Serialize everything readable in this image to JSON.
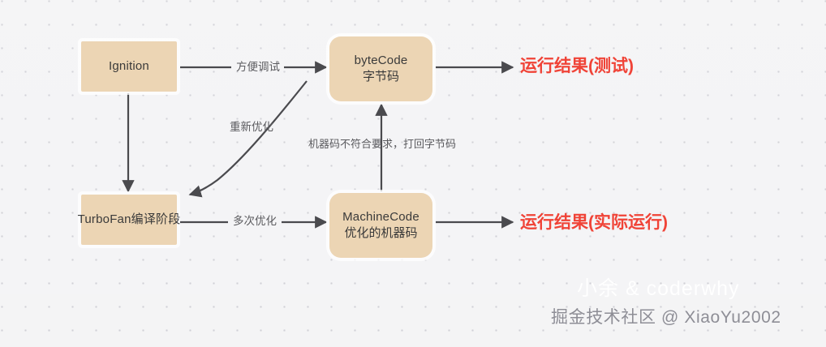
{
  "diagram": {
    "background_color": "#f2f2f4",
    "dot_color": "#c9c9d0",
    "node_fill": "#ecd5b4",
    "node_text_color": "#3a3a3a",
    "edge_color": "#4a4a4e",
    "edge_label_color": "#5a5a5e",
    "result_color": "#f04337",
    "nodes": [
      {
        "id": "ignition",
        "line1": "Ignition",
        "line2": "",
        "shape": "square"
      },
      {
        "id": "bytecode",
        "line1": "byteCode",
        "line2": "字节码",
        "shape": "rounded"
      },
      {
        "id": "turbofan",
        "line1": "TurboFan编译阶段",
        "line2": "",
        "shape": "square"
      },
      {
        "id": "machinecode",
        "line1": "MachineCode",
        "line2": "优化的机器码",
        "shape": "rounded"
      }
    ],
    "edge_labels": {
      "debug": "方便调试",
      "multi_opt": "多次优化",
      "reopt": "重新优化",
      "fallback": "机器码不符合要求，打回字节码"
    },
    "results": {
      "test": "运行结果(测试)",
      "actual": "运行结果(实际运行)"
    }
  },
  "watermarks": {
    "faint": "小余 & coderwhy",
    "main": "掘金技术社区 @ XiaoYu2002"
  }
}
